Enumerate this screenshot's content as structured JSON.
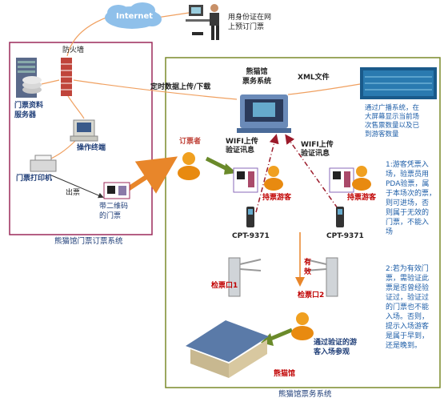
{
  "internet": "Internet",
  "online_user": "用身份证在网\n上预订门票",
  "firewall": "防火墙",
  "ticket_server": "门票资料\n服务器",
  "operator_terminal": "操作终端",
  "ticket_printer": "门票打印机",
  "issue_ticket": "出票",
  "qr_ticket": "带二维码\n的门票",
  "left_system_title": "熊猫馆门票订票系统",
  "ticket_system": "熊猫馆\n票务系统",
  "xml_file": "XML文件",
  "sync_label": "定时数据上传/下载",
  "broadcast_note": "通过广播系统，在\n大屏幕显示当前场\n次售票数量以及已\n到游客数量",
  "booker": "订票者",
  "wifi_left": "WIFI上传\n验证讯息",
  "wifi_right": "WIFI上传\n验证讯息",
  "visitor_left": "持票游客",
  "visitor_right": "持票游客",
  "pda_left": "CPT-9371",
  "pda_right": "CPT-9371",
  "valid": "有\n效",
  "gate1": "检票口1",
  "gate2": "检票口2",
  "verified_visitor": "通过验证的游\n客入场参观",
  "panda_hall": "熊猫馆",
  "main_system_title": "熊猫馆票务系统",
  "note1": "1:游客凭票入\n场，验票员用\nPDA验票，属\n于本场次的票，\n则可进场，否\n则属于无效的\n门票，不能入\n场",
  "note2": "2:若为有效门\n票，需验证此\n票是否曾经验\n证过，验证过\n的门票也不能\n入场。否则，\n提示入场游客\n是属于早到，\n还是晚到。",
  "colors": {
    "left_box": "#9c2a5a",
    "right_box": "#7a8a2a",
    "orange_arrow": "#e8862a",
    "green_arrow": "#6a8a2a",
    "red_dash": "#9b1a2a",
    "note_blue": "#1f5fa8"
  }
}
